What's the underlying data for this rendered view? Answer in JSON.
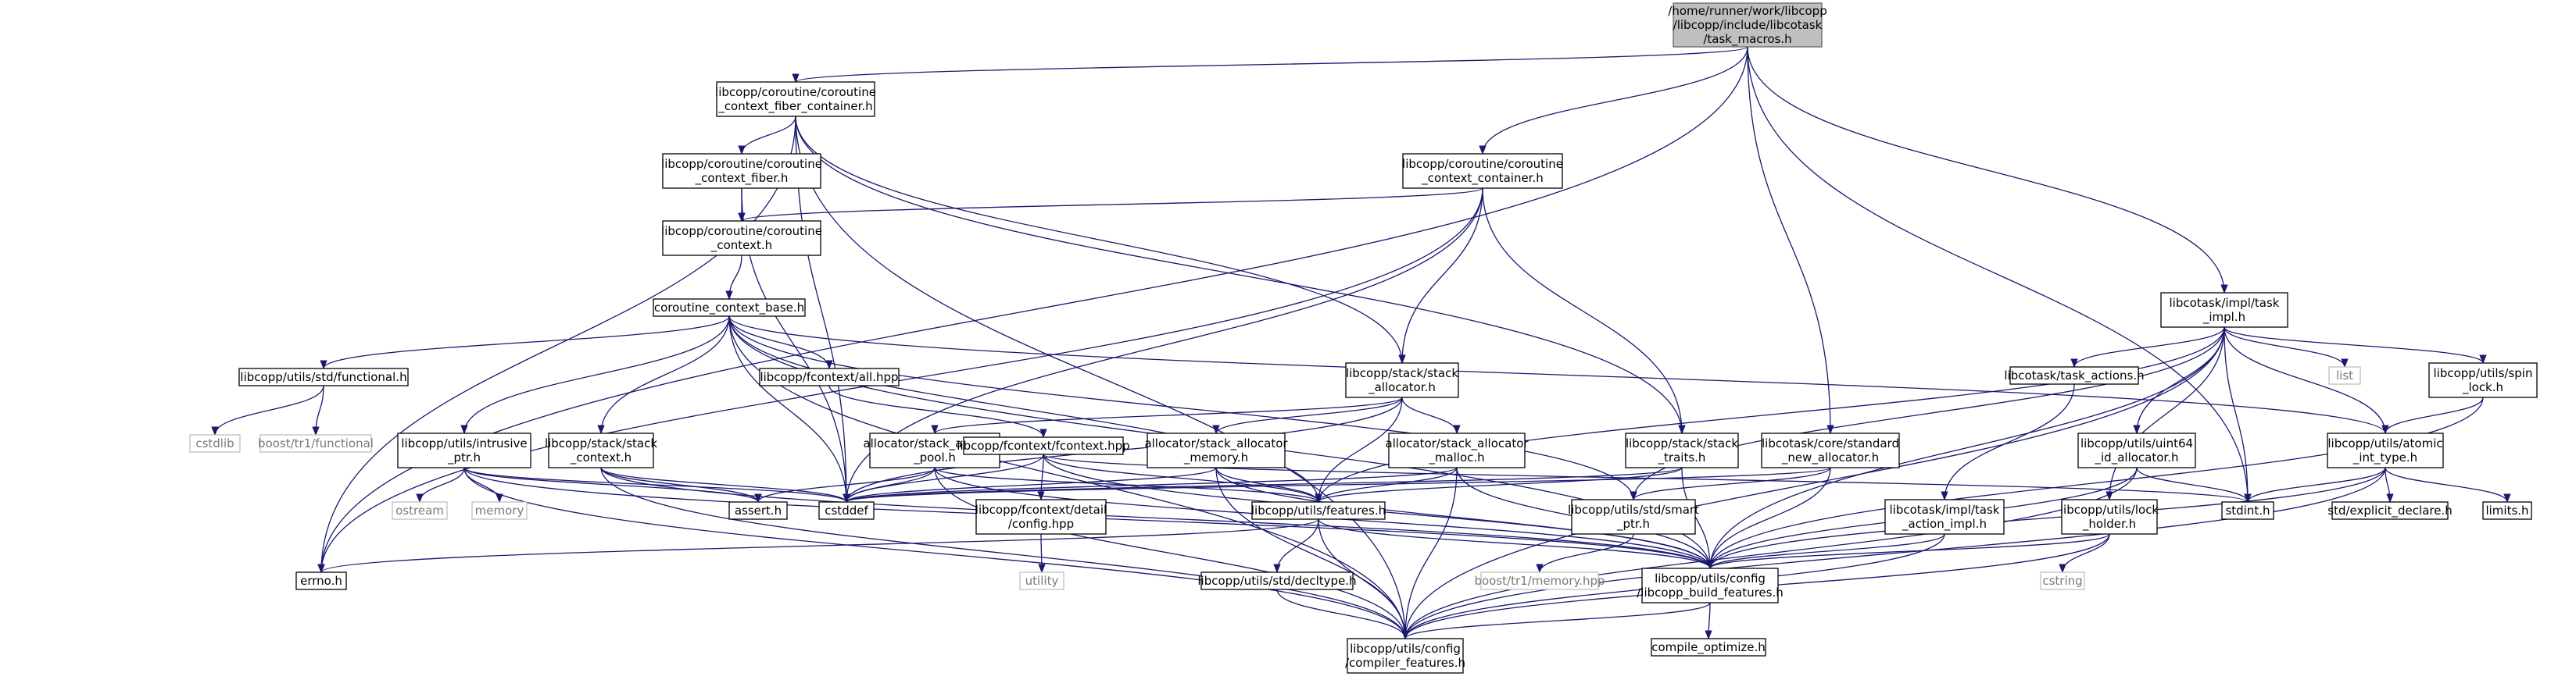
{
  "diagram": {
    "root": "task_macros",
    "colors": {
      "edge": "#191970",
      "root_fill": "#bfbfbf",
      "node_border": "#000000",
      "external_border": "#bfbfbf",
      "external_text": "#7a7a7a"
    },
    "nodes": [
      {
        "id": "task_macros",
        "lines": [
          "/home/runner/work/libcopp",
          "/libcopp/include/libcotask",
          "/task_macros.h"
        ],
        "kind": "root"
      },
      {
        "id": "cfc",
        "lines": [
          "libcopp/coroutine/coroutine",
          "_context_fiber_container.h"
        ],
        "kind": "file"
      },
      {
        "id": "ccc",
        "lines": [
          "libcopp/coroutine/coroutine",
          "_context_container.h"
        ],
        "kind": "file"
      },
      {
        "id": "cf",
        "lines": [
          "libcopp/coroutine/coroutine",
          "_context_fiber.h"
        ],
        "kind": "file"
      },
      {
        "id": "cc",
        "lines": [
          "libcopp/coroutine/coroutine",
          "_context.h"
        ],
        "kind": "file"
      },
      {
        "id": "ccb",
        "lines": [
          "coroutine_context_base.h"
        ],
        "kind": "file"
      },
      {
        "id": "func",
        "lines": [
          "libcopp/utils/std/functional.h"
        ],
        "kind": "file"
      },
      {
        "id": "allhpp",
        "lines": [
          "libcopp/fcontext/all.hpp"
        ],
        "kind": "file"
      },
      {
        "id": "ssa",
        "lines": [
          "libcopp/stack/stack",
          "_allocator.h"
        ],
        "kind": "file"
      },
      {
        "id": "tii",
        "lines": [
          "libcotask/impl/task",
          "_impl.h"
        ],
        "kind": "file"
      },
      {
        "id": "cstdlib",
        "lines": [
          "cstdlib"
        ],
        "kind": "external"
      },
      {
        "id": "boosttr1f",
        "lines": [
          "boost/tr1/functional"
        ],
        "kind": "external"
      },
      {
        "id": "intr",
        "lines": [
          "libcopp/utils/intrusive",
          "_ptr.h"
        ],
        "kind": "file"
      },
      {
        "id": "ssc",
        "lines": [
          "libcopp/stack/stack",
          "_context.h"
        ],
        "kind": "file"
      },
      {
        "id": "asp",
        "lines": [
          "allocator/stack_allocator",
          "_pool.h"
        ],
        "kind": "file"
      },
      {
        "id": "fcx",
        "lines": [
          "libcopp/fcontext/fcontext.hpp"
        ],
        "kind": "file"
      },
      {
        "id": "asm",
        "lines": [
          "allocator/stack_allocator",
          "_memory.h"
        ],
        "kind": "file"
      },
      {
        "id": "asmal",
        "lines": [
          "allocator/stack_allocator",
          "_malloc.h"
        ],
        "kind": "file"
      },
      {
        "id": "sst",
        "lines": [
          "libcopp/stack/stack",
          "_traits.h"
        ],
        "kind": "file"
      },
      {
        "id": "csna",
        "lines": [
          "libcotask/core/standard",
          "_new_allocator.h"
        ],
        "kind": "file"
      },
      {
        "id": "tact",
        "lines": [
          "libcotask/task_actions.h"
        ],
        "kind": "file"
      },
      {
        "id": "list",
        "lines": [
          "list"
        ],
        "kind": "external"
      },
      {
        "id": "spin",
        "lines": [
          "libcopp/utils/spin",
          "_lock.h"
        ],
        "kind": "file"
      },
      {
        "id": "u64",
        "lines": [
          "libcopp/utils/uint64",
          "_id_allocator.h"
        ],
        "kind": "file"
      },
      {
        "id": "atomic",
        "lines": [
          "libcopp/utils/atomic",
          "_int_type.h"
        ],
        "kind": "file"
      },
      {
        "id": "ostream",
        "lines": [
          "ostream"
        ],
        "kind": "external"
      },
      {
        "id": "memory",
        "lines": [
          "memory"
        ],
        "kind": "external"
      },
      {
        "id": "assert",
        "lines": [
          "assert.h"
        ],
        "kind": "file"
      },
      {
        "id": "cstddef",
        "lines": [
          "cstddef"
        ],
        "kind": "file"
      },
      {
        "id": "fcdc",
        "lines": [
          "libcopp/fcontext/detail",
          "/config.hpp"
        ],
        "kind": "file"
      },
      {
        "id": "feat",
        "lines": [
          "libcopp/utils/features.h"
        ],
        "kind": "file"
      },
      {
        "id": "smart",
        "lines": [
          "libcopp/utils/std/smart",
          "_ptr.h"
        ],
        "kind": "file"
      },
      {
        "id": "taimpl",
        "lines": [
          "libcotask/impl/task",
          "_action_impl.h"
        ],
        "kind": "file"
      },
      {
        "id": "lockh",
        "lines": [
          "libcopp/utils/lock",
          "_holder.h"
        ],
        "kind": "file"
      },
      {
        "id": "stdint",
        "lines": [
          "stdint.h"
        ],
        "kind": "file"
      },
      {
        "id": "expl",
        "lines": [
          "std/explicit_declare.h"
        ],
        "kind": "file"
      },
      {
        "id": "limits",
        "lines": [
          "limits.h"
        ],
        "kind": "file"
      },
      {
        "id": "errno",
        "lines": [
          "errno.h"
        ],
        "kind": "file"
      },
      {
        "id": "utility",
        "lines": [
          "utility"
        ],
        "kind": "external"
      },
      {
        "id": "decl",
        "lines": [
          "libcopp/utils/std/decltype.h"
        ],
        "kind": "file"
      },
      {
        "id": "btr1mem",
        "lines": [
          "boost/tr1/memory.hpp"
        ],
        "kind": "external"
      },
      {
        "id": "lbf",
        "lines": [
          "libcopp/utils/config",
          "/libcopp_build_features.h"
        ],
        "kind": "file"
      },
      {
        "id": "cstring",
        "lines": [
          "cstring"
        ],
        "kind": "external"
      },
      {
        "id": "cfeat",
        "lines": [
          "libcopp/utils/config",
          "/compiler_features.h"
        ],
        "kind": "file"
      },
      {
        "id": "copt",
        "lines": [
          "compile_optimize.h"
        ],
        "kind": "file"
      }
    ],
    "edges": [
      [
        "task_macros",
        "cfc"
      ],
      [
        "task_macros",
        "ccc"
      ],
      [
        "task_macros",
        "tii"
      ],
      [
        "task_macros",
        "csna"
      ],
      [
        "task_macros",
        "errno"
      ],
      [
        "task_macros",
        "stdint"
      ],
      [
        "cfc",
        "cf"
      ],
      [
        "cfc",
        "ssa"
      ],
      [
        "cfc",
        "sst"
      ],
      [
        "cfc",
        "errno"
      ],
      [
        "cfc",
        "cfeat"
      ],
      [
        "cfc",
        "cstddef"
      ],
      [
        "ccc",
        "cc"
      ],
      [
        "ccc",
        "ssa"
      ],
      [
        "ccc",
        "sst"
      ],
      [
        "ccc",
        "cstddef"
      ],
      [
        "ccc",
        "errno"
      ],
      [
        "cf",
        "cc"
      ],
      [
        "cf",
        "cstddef"
      ],
      [
        "cc",
        "ccb"
      ],
      [
        "ccb",
        "func"
      ],
      [
        "ccb",
        "allhpp"
      ],
      [
        "ccb",
        "intr"
      ],
      [
        "ccb",
        "ssc"
      ],
      [
        "ccb",
        "atomic"
      ],
      [
        "ccb",
        "cstddef"
      ],
      [
        "ccb",
        "feat"
      ],
      [
        "ccb",
        "smart"
      ],
      [
        "ccb",
        "lbf"
      ],
      [
        "ccb",
        "cfeat"
      ],
      [
        "func",
        "cstdlib"
      ],
      [
        "func",
        "boosttr1f"
      ],
      [
        "allhpp",
        "fcx"
      ],
      [
        "ssa",
        "asp"
      ],
      [
        "ssa",
        "asm"
      ],
      [
        "ssa",
        "asmal"
      ],
      [
        "ssa",
        "feat"
      ],
      [
        "ssa",
        "cstddef"
      ],
      [
        "intr",
        "ostream"
      ],
      [
        "intr",
        "memory"
      ],
      [
        "intr",
        "assert"
      ],
      [
        "intr",
        "cstddef"
      ],
      [
        "intr",
        "lbf"
      ],
      [
        "intr",
        "cfeat"
      ],
      [
        "ssc",
        "cstddef"
      ],
      [
        "ssc",
        "assert"
      ],
      [
        "ssc",
        "lbf"
      ],
      [
        "ssc",
        "cfeat"
      ],
      [
        "asp",
        "assert"
      ],
      [
        "asp",
        "cstddef"
      ],
      [
        "asp",
        "feat"
      ],
      [
        "asp",
        "lbf"
      ],
      [
        "asp",
        "cfeat"
      ],
      [
        "fcx",
        "fcdc"
      ],
      [
        "fcx",
        "cstddef"
      ],
      [
        "fcx",
        "feat"
      ],
      [
        "fcx",
        "lbf"
      ],
      [
        "fcx",
        "stdint"
      ],
      [
        "asm",
        "cstddef"
      ],
      [
        "asm",
        "feat"
      ],
      [
        "asm",
        "lbf"
      ],
      [
        "asm",
        "cfeat"
      ],
      [
        "asmal",
        "cstddef"
      ],
      [
        "asmal",
        "feat"
      ],
      [
        "asmal",
        "lbf"
      ],
      [
        "asmal",
        "cfeat"
      ],
      [
        "sst",
        "cstddef"
      ],
      [
        "sst",
        "feat"
      ],
      [
        "sst",
        "lbf"
      ],
      [
        "csna",
        "smart"
      ],
      [
        "csna",
        "cstddef"
      ],
      [
        "csna",
        "lbf"
      ],
      [
        "tii",
        "tact"
      ],
      [
        "tii",
        "list"
      ],
      [
        "tii",
        "spin"
      ],
      [
        "tii",
        "u64"
      ],
      [
        "tii",
        "atomic"
      ],
      [
        "tii",
        "lockh"
      ],
      [
        "tii",
        "stdint"
      ],
      [
        "tii",
        "smart"
      ],
      [
        "tii",
        "lbf"
      ],
      [
        "tii",
        "cfeat"
      ],
      [
        "tii",
        "feat"
      ],
      [
        "tact",
        "taimpl"
      ],
      [
        "spin",
        "atomic"
      ],
      [
        "spin",
        "lbf"
      ],
      [
        "u64",
        "stdint"
      ],
      [
        "u64",
        "lbf"
      ],
      [
        "u64",
        "cfeat"
      ],
      [
        "atomic",
        "expl"
      ],
      [
        "atomic",
        "limits"
      ],
      [
        "atomic",
        "stdint"
      ],
      [
        "atomic",
        "lbf"
      ],
      [
        "atomic",
        "cfeat"
      ],
      [
        "fcdc",
        "utility"
      ],
      [
        "feat",
        "decl"
      ],
      [
        "feat",
        "errno"
      ],
      [
        "feat",
        "lbf"
      ],
      [
        "feat",
        "cfeat"
      ],
      [
        "smart",
        "btr1mem"
      ],
      [
        "taimpl",
        "lbf"
      ],
      [
        "taimpl",
        "cfeat"
      ],
      [
        "lockh",
        "cstring"
      ],
      [
        "lockh",
        "lbf"
      ],
      [
        "lockh",
        "cfeat"
      ],
      [
        "decl",
        "cfeat"
      ],
      [
        "lbf",
        "cfeat"
      ],
      [
        "lbf",
        "copt"
      ]
    ]
  }
}
